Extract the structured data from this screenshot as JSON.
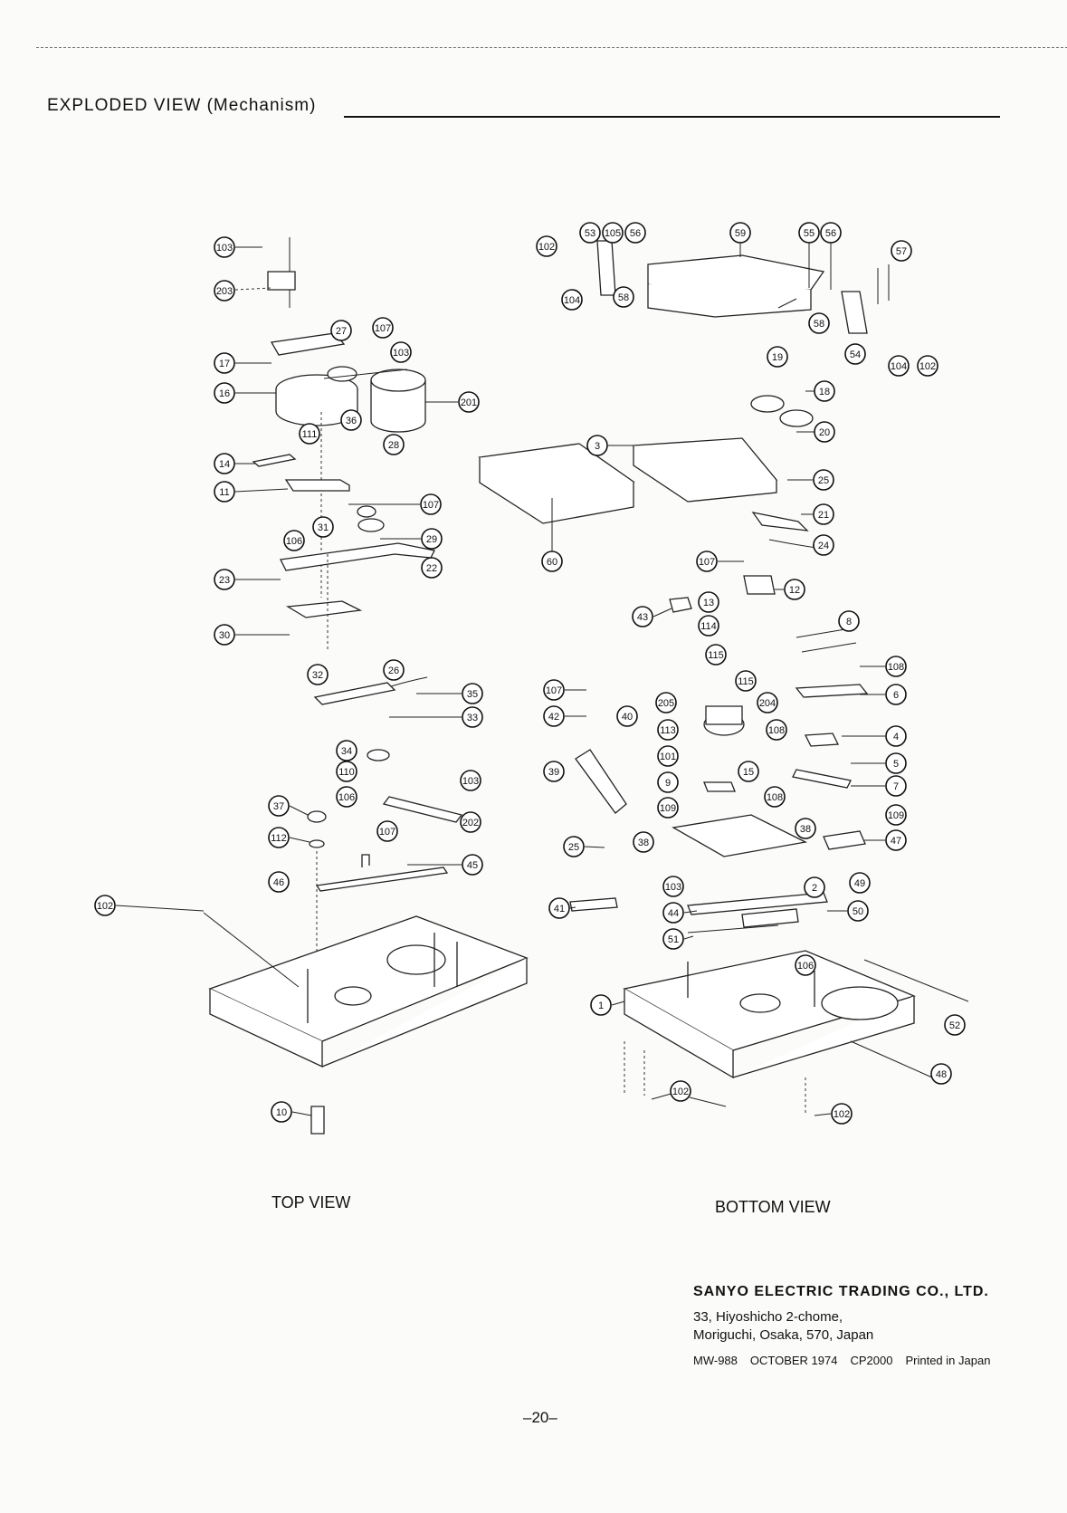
{
  "heading": "EXPLODED VIEW (Mechanism)",
  "labels": {
    "top_view": "TOP VIEW",
    "bottom_view": "BOTTOM VIEW"
  },
  "publisher": {
    "company": "SANYO ELECTRIC TRADING CO., LTD.",
    "address_line1": "33, Hiyoshicho 2-chome,",
    "address_line2": "Moriguchi, Osaka, 570, Japan",
    "doc_code": "MW-988",
    "date": "OCTOBER 1974",
    "print_code": "CP2000",
    "printed": "Printed in Japan"
  },
  "page_number": "–20–",
  "callouts_top_view": [
    "103",
    "203",
    "27",
    "107",
    "17",
    "103",
    "16",
    "201",
    "36",
    "28",
    "111",
    "14",
    "11",
    "107",
    "31",
    "29",
    "106",
    "22",
    "23",
    "30",
    "32",
    "26",
    "35",
    "33",
    "34",
    "110",
    "103",
    "106",
    "37",
    "202",
    "107",
    "112",
    "45",
    "46",
    "102",
    "10"
  ],
  "callouts_bottom_view": [
    "53",
    "105",
    "56",
    "59",
    "55",
    "56",
    "57",
    "102",
    "104",
    "58",
    "58",
    "54",
    "104",
    "102",
    "19",
    "18",
    "3",
    "20",
    "60",
    "25",
    "21",
    "24",
    "107",
    "12",
    "43",
    "13",
    "114",
    "8",
    "115",
    "108",
    "107",
    "115",
    "6",
    "42",
    "205",
    "204",
    "40",
    "113",
    "108",
    "4",
    "39",
    "101",
    "15",
    "5",
    "7",
    "9",
    "109",
    "108",
    "109",
    "38",
    "38",
    "47",
    "25",
    "103",
    "2",
    "49",
    "41",
    "44",
    "50",
    "51",
    "106",
    "1",
    "52",
    "48",
    "102",
    "102"
  ]
}
